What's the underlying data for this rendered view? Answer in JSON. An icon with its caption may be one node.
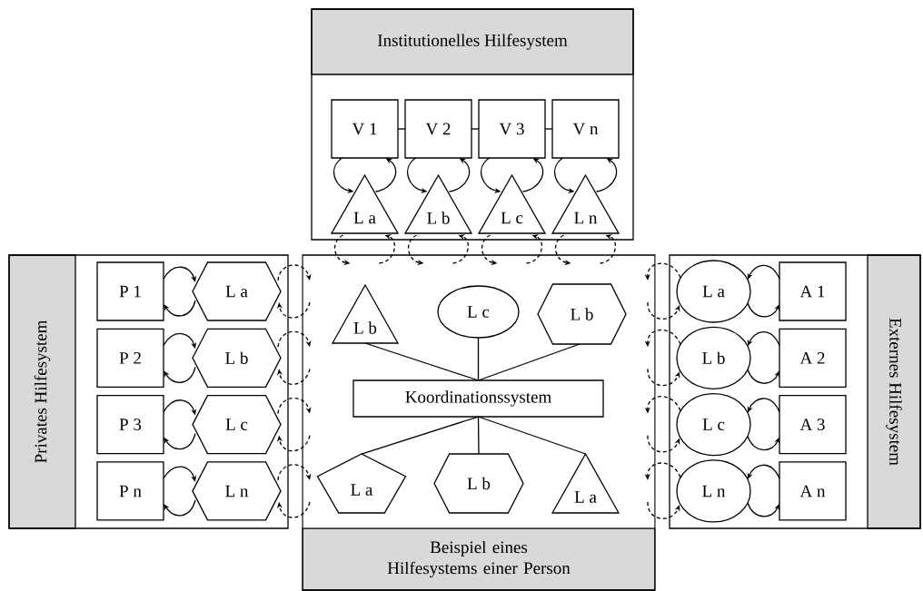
{
  "diagram": {
    "nodes": [
      {
        "text": [
          "Institutionelles Hilfesystem"
        ]
      },
      {
        "text": [
          "V 1"
        ],
        "in": 0
      },
      {
        "text": [
          "V 2"
        ],
        "in": 0
      },
      {
        "text": [
          "V 3"
        ],
        "in": 0
      },
      {
        "text": [
          "V n"
        ],
        "in": 0
      },
      {
        "text": [
          "L a"
        ],
        "in": 0
      },
      {
        "text": [
          "L b"
        ],
        "in": 0
      },
      {
        "text": [
          "L c"
        ],
        "in": 0
      },
      {
        "text": [
          "L n"
        ],
        "in": 0
      },
      {
        "text": [
          "Privates Hilfesystem"
        ]
      },
      {
        "text": [
          "P 1"
        ],
        "in": 9
      },
      {
        "text": [
          "P 2"
        ],
        "in": 9
      },
      {
        "text": [
          "P 3"
        ],
        "in": 9
      },
      {
        "text": [
          "P n"
        ],
        "in": 9
      },
      {
        "text": [
          "L a"
        ],
        "in": 9
      },
      {
        "text": [
          "L b"
        ],
        "in": 9
      },
      {
        "text": [
          "L c"
        ],
        "in": 9
      },
      {
        "text": [
          "L n"
        ],
        "in": 9
      },
      {
        "text": [
          "Beispiel eines Hilfesystems einer Person"
        ]
      },
      {
        "text": [
          "L b"
        ],
        "in": 18
      },
      {
        "text": [
          "L c"
        ],
        "in": 18
      },
      {
        "text": [
          "L b"
        ],
        "in": 18
      },
      {
        "text": [
          "Koordinationssystem"
        ],
        "in": 18
      },
      {
        "text": [
          "L a"
        ],
        "in": 18
      },
      {
        "text": [
          "L b"
        ],
        "in": 18
      },
      {
        "text": [
          "L a"
        ],
        "in": 18
      },
      {
        "text": [
          "Externes Hilfesystem"
        ]
      },
      {
        "text": [
          "L a"
        ],
        "in": 26
      },
      {
        "text": [
          "L b"
        ],
        "in": 26
      },
      {
        "text": [
          "L c"
        ],
        "in": 26
      },
      {
        "text": [
          "L n"
        ],
        "in": 26
      },
      {
        "text": [
          "A 1"
        ],
        "in": 26
      },
      {
        "text": [
          "A 2"
        ],
        "in": 26
      },
      {
        "text": [
          "A 3"
        ],
        "in": 26
      },
      {
        "text": [
          "A n"
        ],
        "in": 26
      }
    ],
    "edges": [
      {
        "from": 1,
        "to": 2,
        "arrow": "none"
      },
      {
        "from": 2,
        "to": 3,
        "arrow": "none"
      },
      {
        "from": 3,
        "to": 4,
        "arrow": "none"
      },
      {
        "from": 1,
        "to": 5,
        "arrow": "to"
      },
      {
        "from": 5,
        "to": 1,
        "arrow": "to"
      },
      {
        "from": 5,
        "to": 18,
        "arrow": "to",
        "style": "dashed"
      },
      {
        "from": 18,
        "to": 5,
        "arrow": "to",
        "style": "dashed"
      },
      {
        "from": 2,
        "to": 6,
        "arrow": "to"
      },
      {
        "from": 6,
        "to": 2,
        "arrow": "to"
      },
      {
        "from": 6,
        "to": 18,
        "arrow": "to",
        "style": "dashed"
      },
      {
        "from": 18,
        "to": 6,
        "arrow": "to",
        "style": "dashed"
      },
      {
        "from": 3,
        "to": 7,
        "arrow": "to"
      },
      {
        "from": 7,
        "to": 3,
        "arrow": "to"
      },
      {
        "from": 7,
        "to": 18,
        "arrow": "to",
        "style": "dashed"
      },
      {
        "from": 18,
        "to": 7,
        "arrow": "to",
        "style": "dashed"
      },
      {
        "from": 4,
        "to": 8,
        "arrow": "to"
      },
      {
        "from": 8,
        "to": 4,
        "arrow": "to"
      },
      {
        "from": 8,
        "to": 18,
        "arrow": "to",
        "style": "dashed"
      },
      {
        "from": 18,
        "to": 8,
        "arrow": "to",
        "style": "dashed"
      },
      {
        "from": 10,
        "to": 14,
        "arrow": "to"
      },
      {
        "from": 14,
        "to": 10,
        "arrow": "to"
      },
      {
        "from": 14,
        "to": 18,
        "arrow": "to",
        "style": "dashed"
      },
      {
        "from": 18,
        "to": 14,
        "arrow": "to",
        "style": "dashed"
      },
      {
        "from": 11,
        "to": 15,
        "arrow": "to"
      },
      {
        "from": 15,
        "to": 11,
        "arrow": "to"
      },
      {
        "from": 15,
        "to": 18,
        "arrow": "to",
        "style": "dashed"
      },
      {
        "from": 18,
        "to": 15,
        "arrow": "to",
        "style": "dashed"
      },
      {
        "from": 12,
        "to": 16,
        "arrow": "to"
      },
      {
        "from": 16,
        "to": 12,
        "arrow": "to"
      },
      {
        "from": 16,
        "to": 18,
        "arrow": "to",
        "style": "dashed"
      },
      {
        "from": 18,
        "to": 16,
        "arrow": "to",
        "style": "dashed"
      },
      {
        "from": 13,
        "to": 17,
        "arrow": "to"
      },
      {
        "from": 17,
        "to": 13,
        "arrow": "to"
      },
      {
        "from": 17,
        "to": 18,
        "arrow": "to",
        "style": "dashed"
      },
      {
        "from": 18,
        "to": 17,
        "arrow": "to",
        "style": "dashed"
      },
      {
        "from": 19,
        "to": 22,
        "arrow": "none"
      },
      {
        "from": 20,
        "to": 22,
        "arrow": "none"
      },
      {
        "from": 21,
        "to": 22,
        "arrow": "none"
      },
      {
        "from": 22,
        "to": 23,
        "arrow": "none"
      },
      {
        "from": 22,
        "to": 24,
        "arrow": "none"
      },
      {
        "from": 22,
        "to": 25,
        "arrow": "none"
      },
      {
        "from": 31,
        "to": 27,
        "arrow": "to"
      },
      {
        "from": 27,
        "to": 31,
        "arrow": "to"
      },
      {
        "from": 27,
        "to": 18,
        "arrow": "to",
        "style": "dashed"
      },
      {
        "from": 18,
        "to": 27,
        "arrow": "to",
        "style": "dashed"
      },
      {
        "from": 32,
        "to": 28,
        "arrow": "to"
      },
      {
        "from": 28,
        "to": 32,
        "arrow": "to"
      },
      {
        "from": 28,
        "to": 18,
        "arrow": "to",
        "style": "dashed"
      },
      {
        "from": 18,
        "to": 28,
        "arrow": "to",
        "style": "dashed"
      },
      {
        "from": 33,
        "to": 29,
        "arrow": "to"
      },
      {
        "from": 29,
        "to": 33,
        "arrow": "to"
      },
      {
        "from": 29,
        "to": 18,
        "arrow": "to",
        "style": "dashed"
      },
      {
        "from": 18,
        "to": 29,
        "arrow": "to",
        "style": "dashed"
      },
      {
        "from": 34,
        "to": 30,
        "arrow": "to"
      },
      {
        "from": 30,
        "to": 34,
        "arrow": "to"
      },
      {
        "from": 30,
        "to": 18,
        "arrow": "to",
        "style": "dashed"
      },
      {
        "from": 18,
        "to": 30,
        "arrow": "to",
        "style": "dashed"
      }
    ]
  }
}
